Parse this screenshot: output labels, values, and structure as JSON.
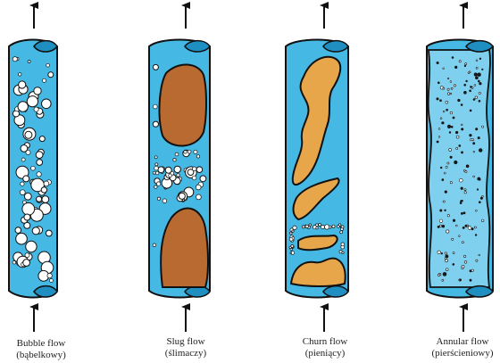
{
  "colors": {
    "liquid": "#45b8e3",
    "liquid_dark": "#1e8fc0",
    "gas_slug": "#b86a30",
    "gas_churn": "#e8a64a",
    "bubble": "#ffffff",
    "bubble_dark": "#1a1a1a",
    "outline": "#111111"
  },
  "regimes": [
    {
      "id": "bubble",
      "name": "Bubble flow",
      "name_pl": "(bąbelkowy)",
      "icon": "up-arrow-icon"
    },
    {
      "id": "slug",
      "name": "Slug flow",
      "name_pl": "(ślimaczy)",
      "icon": "up-arrow-icon"
    },
    {
      "id": "churn",
      "name": "Churn flow",
      "name_pl": "(pieniący)",
      "icon": "up-arrow-icon"
    },
    {
      "id": "annular",
      "name": "Annular flow",
      "name_pl": "(pierścieniowy)",
      "icon": "up-arrow-icon"
    }
  ]
}
